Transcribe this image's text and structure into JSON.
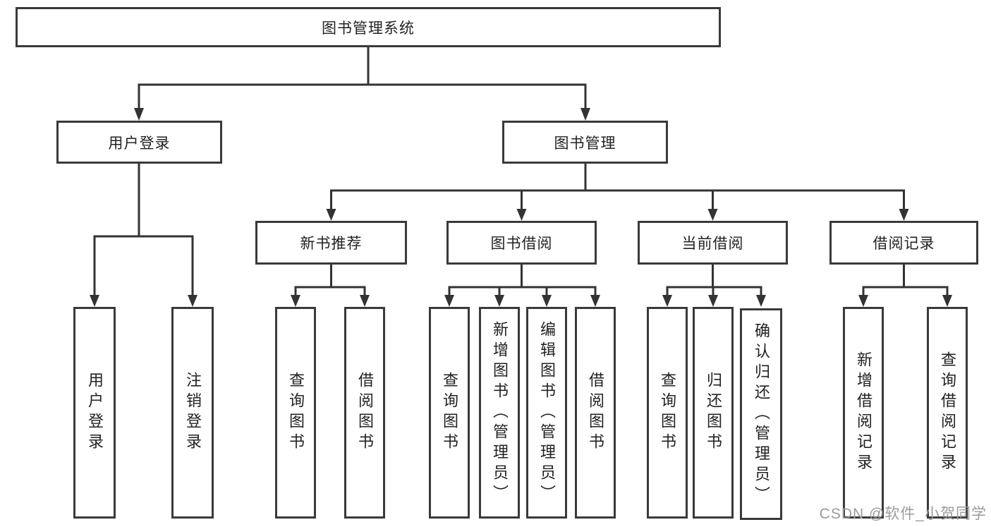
{
  "tree": {
    "label": "图书管理系统",
    "children": [
      {
        "label": "用户登录",
        "children": [
          {
            "label": "用户登录"
          },
          {
            "label": "注销登录"
          }
        ]
      },
      {
        "label": "图书管理",
        "children": [
          {
            "label": "新书推荐",
            "children": [
              {
                "label": "查询图书"
              },
              {
                "label": "借阅图书"
              }
            ]
          },
          {
            "label": "图书借阅",
            "children": [
              {
                "label": "查询图书"
              },
              {
                "label": "新增图书（管理员）"
              },
              {
                "label": "编辑图书（管理员）"
              },
              {
                "label": "借阅图书"
              }
            ]
          },
          {
            "label": "当前借阅",
            "children": [
              {
                "label": "查询图书"
              },
              {
                "label": "归还图书"
              },
              {
                "label": "确认归还（管理员）"
              }
            ]
          },
          {
            "label": "借阅记录",
            "children": [
              {
                "label": "新增借阅记录"
              },
              {
                "label": "查询借阅记录"
              }
            ]
          }
        ]
      }
    ]
  },
  "watermark": {
    "text": "CSDN @软件_小贺同学"
  },
  "colors": {
    "line": "#333333",
    "border": "#3a3a3a",
    "text": "#222222",
    "watermark": "#9b9b9b",
    "background": "#ffffff"
  }
}
